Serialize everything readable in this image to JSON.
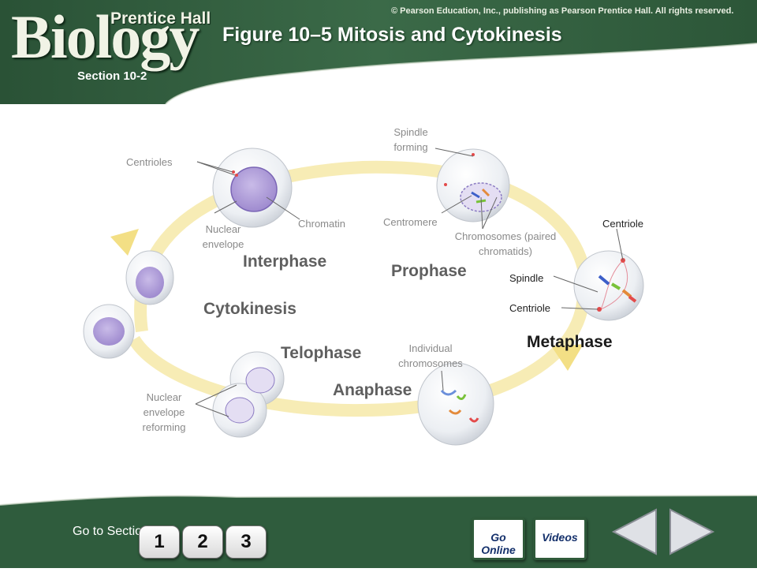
{
  "header": {
    "logo_main": "Biology",
    "logo_sub": "Prentice Hall",
    "copyright": "© Pearson Education, Inc., publishing as Pearson Prentice Hall. All rights reserved.",
    "title": "Figure 10–5 Mitosis and Cytokinesis",
    "section": "Section 10-2"
  },
  "labels": {
    "centrioles": "Centrioles",
    "nuclear_envelope": "Nuclear envelope",
    "chromatin": "Chromatin",
    "spindle_forming": "Spindle forming",
    "centromere": "Centromere",
    "chromosomes": "Chromosomes (paired chromatids)",
    "centriole_top": "Centriole",
    "spindle": "Spindle",
    "centriole_bottom": "Centriole",
    "individual_chromosomes": "Individual chromosomes",
    "nuclear_envelope_reforming": "Nuclear envelope reforming"
  },
  "phases": {
    "interphase": "Interphase",
    "prophase": "Prophase",
    "metaphase": "Metaphase",
    "anaphase": "Anaphase",
    "telophase": "Telophase",
    "cytokinesis": "Cytokinesis"
  },
  "footer": {
    "goto_label": "Go to Section:",
    "sections": [
      "1",
      "2",
      "3"
    ],
    "go_online_label": "Go Online",
    "videos_label": "Videos",
    "prev_label": "previous",
    "next_label": "next"
  },
  "colors": {
    "header_green": "#2f5c3d",
    "arrow_yellow": "#f6e9a8",
    "nucleus_purple": "#b6a3dd"
  }
}
